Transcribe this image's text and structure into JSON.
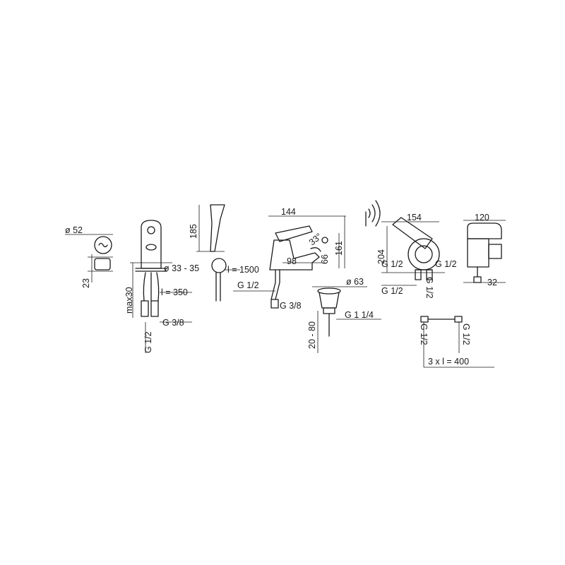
{
  "labels": {
    "d52": "ø 52",
    "h23": "23",
    "d33_35": "ø 33 - 35",
    "max30": "max30",
    "l350": "l = 350",
    "g38_left": "G 3/8",
    "g12_left": "G 1/2",
    "h185": "185",
    "l1500": "l = 1500",
    "w144": "144",
    "h161": "161",
    "w98": "98",
    "h66": "66",
    "angle33": "33°",
    "g12_mixer": "G 1/2",
    "g38_mixer": "G 3/8",
    "d63": "ø 63",
    "g114": "G 1 1/4",
    "h20_80": "20 - 80",
    "w154": "154",
    "h204": "204",
    "g12_valve_a": "G 1/2",
    "g12_valve_b": "G 1/2",
    "g12_valve_c": "G 1/2",
    "g12_valve_d": "G 1/2",
    "w120": "120",
    "w32": "32",
    "g12_hose_a": "G 1/2",
    "g12_hose_b": "G 1/2",
    "hoses": "3 x  l = 400"
  }
}
